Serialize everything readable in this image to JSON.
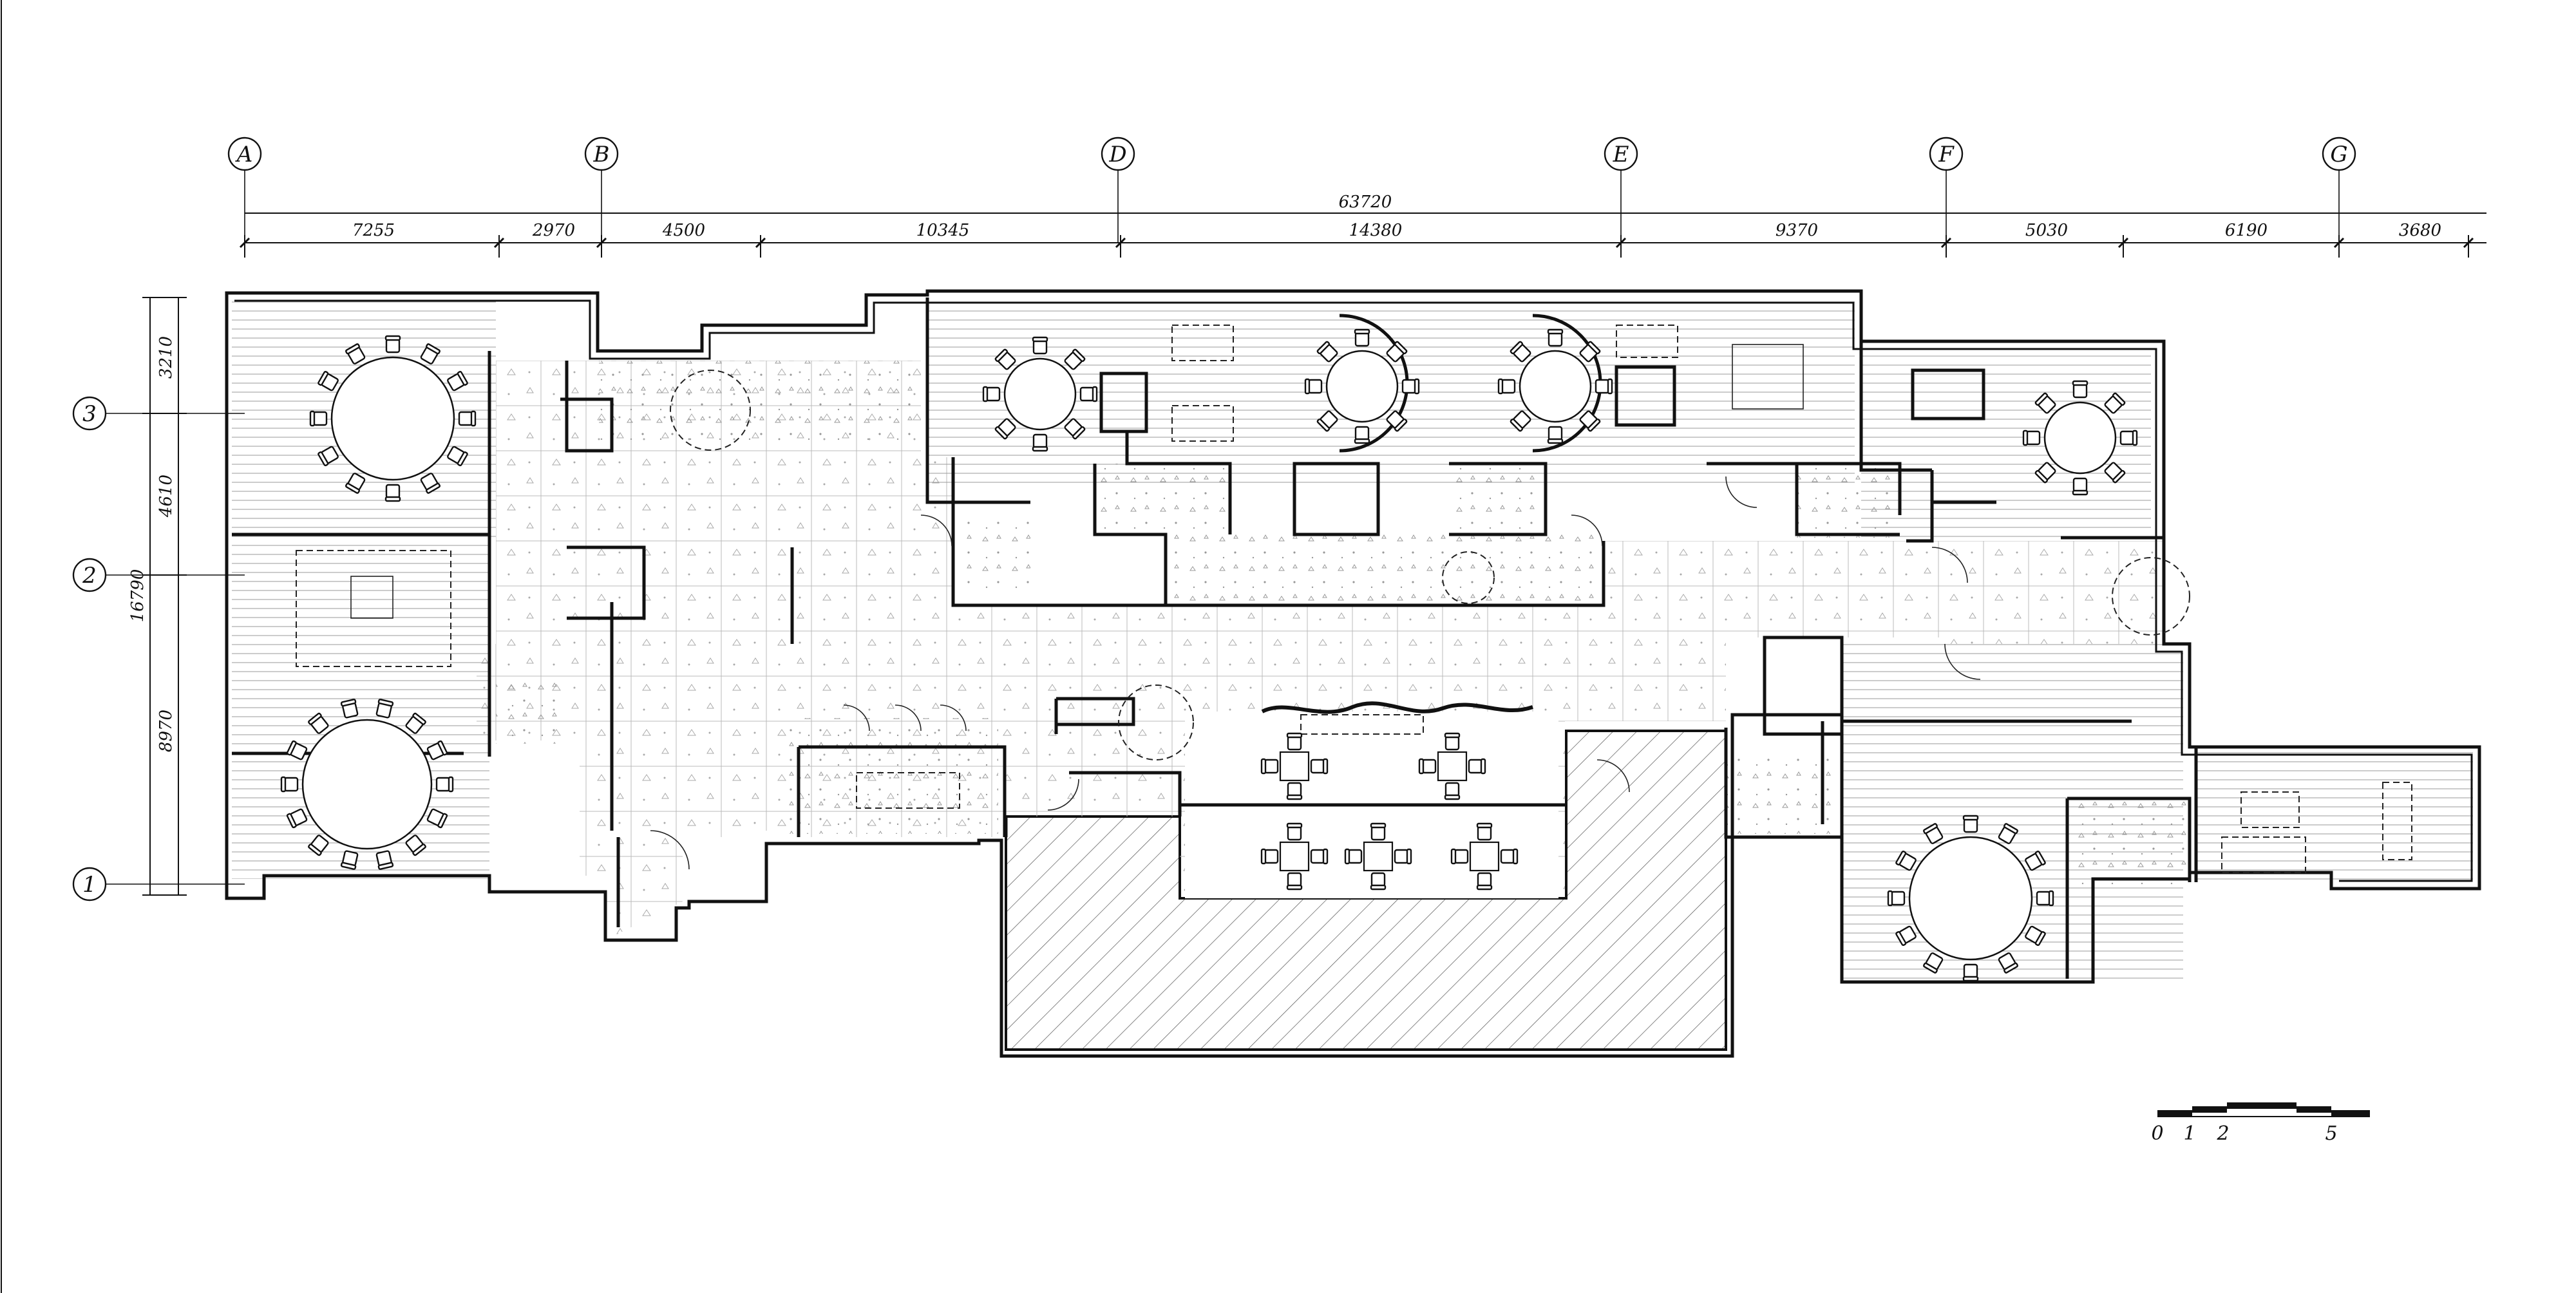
{
  "grid_top": [
    "A",
    "B",
    "D",
    "E",
    "F",
    "G"
  ],
  "grid_left": [
    "3",
    "2",
    "1"
  ],
  "overall_dimension": "63720",
  "top_dimensions": [
    "7255",
    "2970",
    "4500",
    "10345",
    "14380",
    "9370",
    "5030",
    "6190",
    "3680"
  ],
  "left_overall": "16790",
  "left_dimensions": [
    "3210",
    "4610",
    "8970"
  ],
  "scale_labels": [
    "0",
    "1",
    "2",
    "5"
  ],
  "colors": {
    "ink": "#111111",
    "background": "#ffffff",
    "hatch": "#555555"
  }
}
